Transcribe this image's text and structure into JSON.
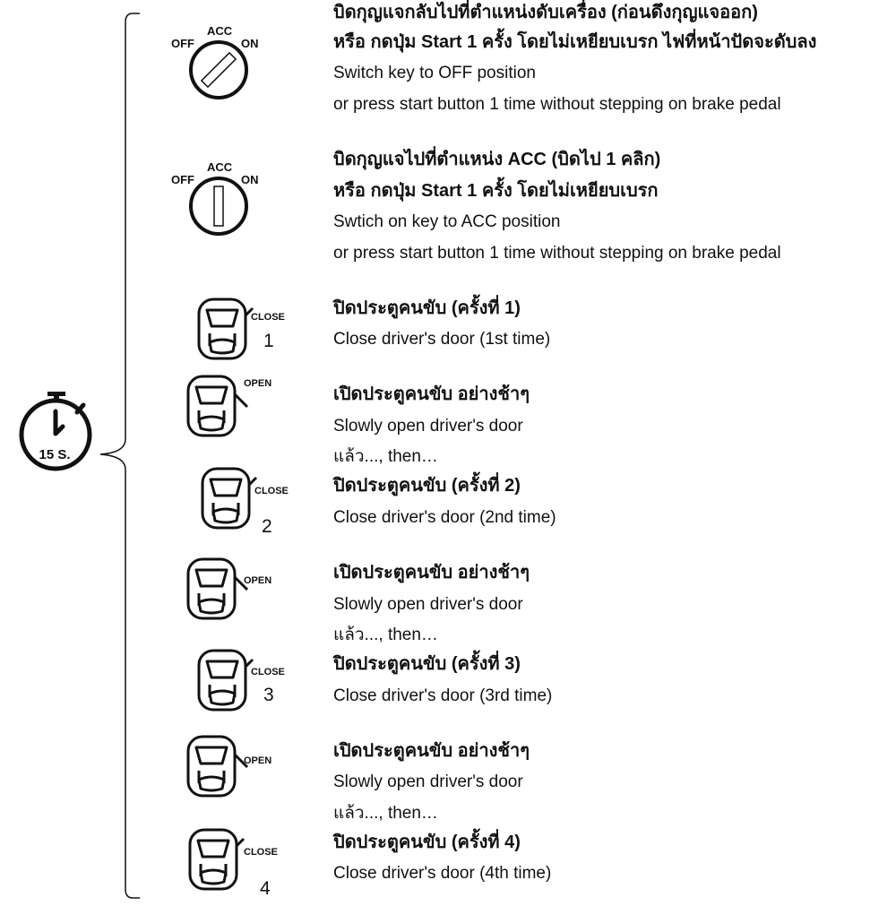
{
  "timer": {
    "label": "15 S."
  },
  "steps": [
    {
      "icon": "key-off",
      "key_labels": {
        "off": "OFF",
        "acc": "ACC",
        "on": "ON"
      },
      "lines": [
        {
          "text": "บิดกุญแจกลับไปที่ตำแหน่งดับเครื่อง (ก่อนดึงกุญแจออก)",
          "bold": true
        },
        {
          "text": "หรือ กดปุ่ม Start 1 ครั้ง โดยไม่เหยียบเบรก ไฟที่หน้าปัดจะดับลง",
          "bold": true
        },
        {
          "text": "Switch key to OFF position",
          "bold": false
        },
        {
          "text": "or press start button 1 time without stepping on brake pedal",
          "bold": false
        }
      ]
    },
    {
      "icon": "key-acc",
      "key_labels": {
        "off": "OFF",
        "acc": "ACC",
        "on": "ON"
      },
      "lines": [
        {
          "text": "บิดกุญแจไปที่ตำแหน่ง ACC (บิดไป 1 คลิก)",
          "bold": true
        },
        {
          "text": "หรือ กดปุ่ม Start 1 ครั้ง โดยไม่เหยียบเบรก",
          "bold": true
        },
        {
          "text": "Swtich on key to ACC position",
          "bold": false
        },
        {
          "text": "or press start button 1 time without stepping on brake pedal",
          "bold": false
        }
      ]
    },
    {
      "icon": "door-close",
      "door_label": "CLOSE",
      "count": "1",
      "lines": [
        {
          "text": "ปิดประตูคนขับ (ครั้งที่ 1)",
          "bold": true
        },
        {
          "text": "Close driver's door (1st time)",
          "bold": false
        }
      ]
    },
    {
      "icon": "door-open",
      "door_label": "OPEN",
      "lines": [
        {
          "text": "เปิดประตูคนขับ อย่างช้าๆ",
          "bold": true
        },
        {
          "text": "Slowly open driver's door",
          "bold": false
        },
        {
          "text": "แล้ว..., then…",
          "bold": false
        }
      ]
    },
    {
      "icon": "door-close",
      "door_label": "CLOSE",
      "count": "2",
      "lines": [
        {
          "text": "ปิดประตูคนขับ (ครั้งที่ 2)",
          "bold": true
        },
        {
          "text": "Close driver's door (2nd time)",
          "bold": false
        }
      ]
    },
    {
      "icon": "door-open",
      "door_label": "OPEN",
      "lines": [
        {
          "text": "เปิดประตูคนขับ อย่างช้าๆ",
          "bold": true
        },
        {
          "text": "Slowly open driver's door",
          "bold": false
        },
        {
          "text": "แล้ว..., then…",
          "bold": false
        }
      ]
    },
    {
      "icon": "door-close",
      "door_label": "CLOSE",
      "count": "3",
      "lines": [
        {
          "text": "ปิดประตูคนขับ (ครั้งที่ 3)",
          "bold": true
        },
        {
          "text": "Close driver's door (3rd time)",
          "bold": false
        }
      ]
    },
    {
      "icon": "door-open",
      "door_label": "OPEN",
      "lines": [
        {
          "text": "เปิดประตูคนขับ อย่างช้าๆ",
          "bold": true
        },
        {
          "text": "Slowly open driver's door",
          "bold": false
        },
        {
          "text": "แล้ว..., then…",
          "bold": false
        }
      ]
    },
    {
      "icon": "door-close",
      "door_label": "CLOSE",
      "count": "4",
      "lines": [
        {
          "text": "ปิดประตูคนขับ (ครั้งที่ 4)",
          "bold": true
        },
        {
          "text": "Close driver's door (4th time)",
          "bold": false
        }
      ]
    }
  ]
}
